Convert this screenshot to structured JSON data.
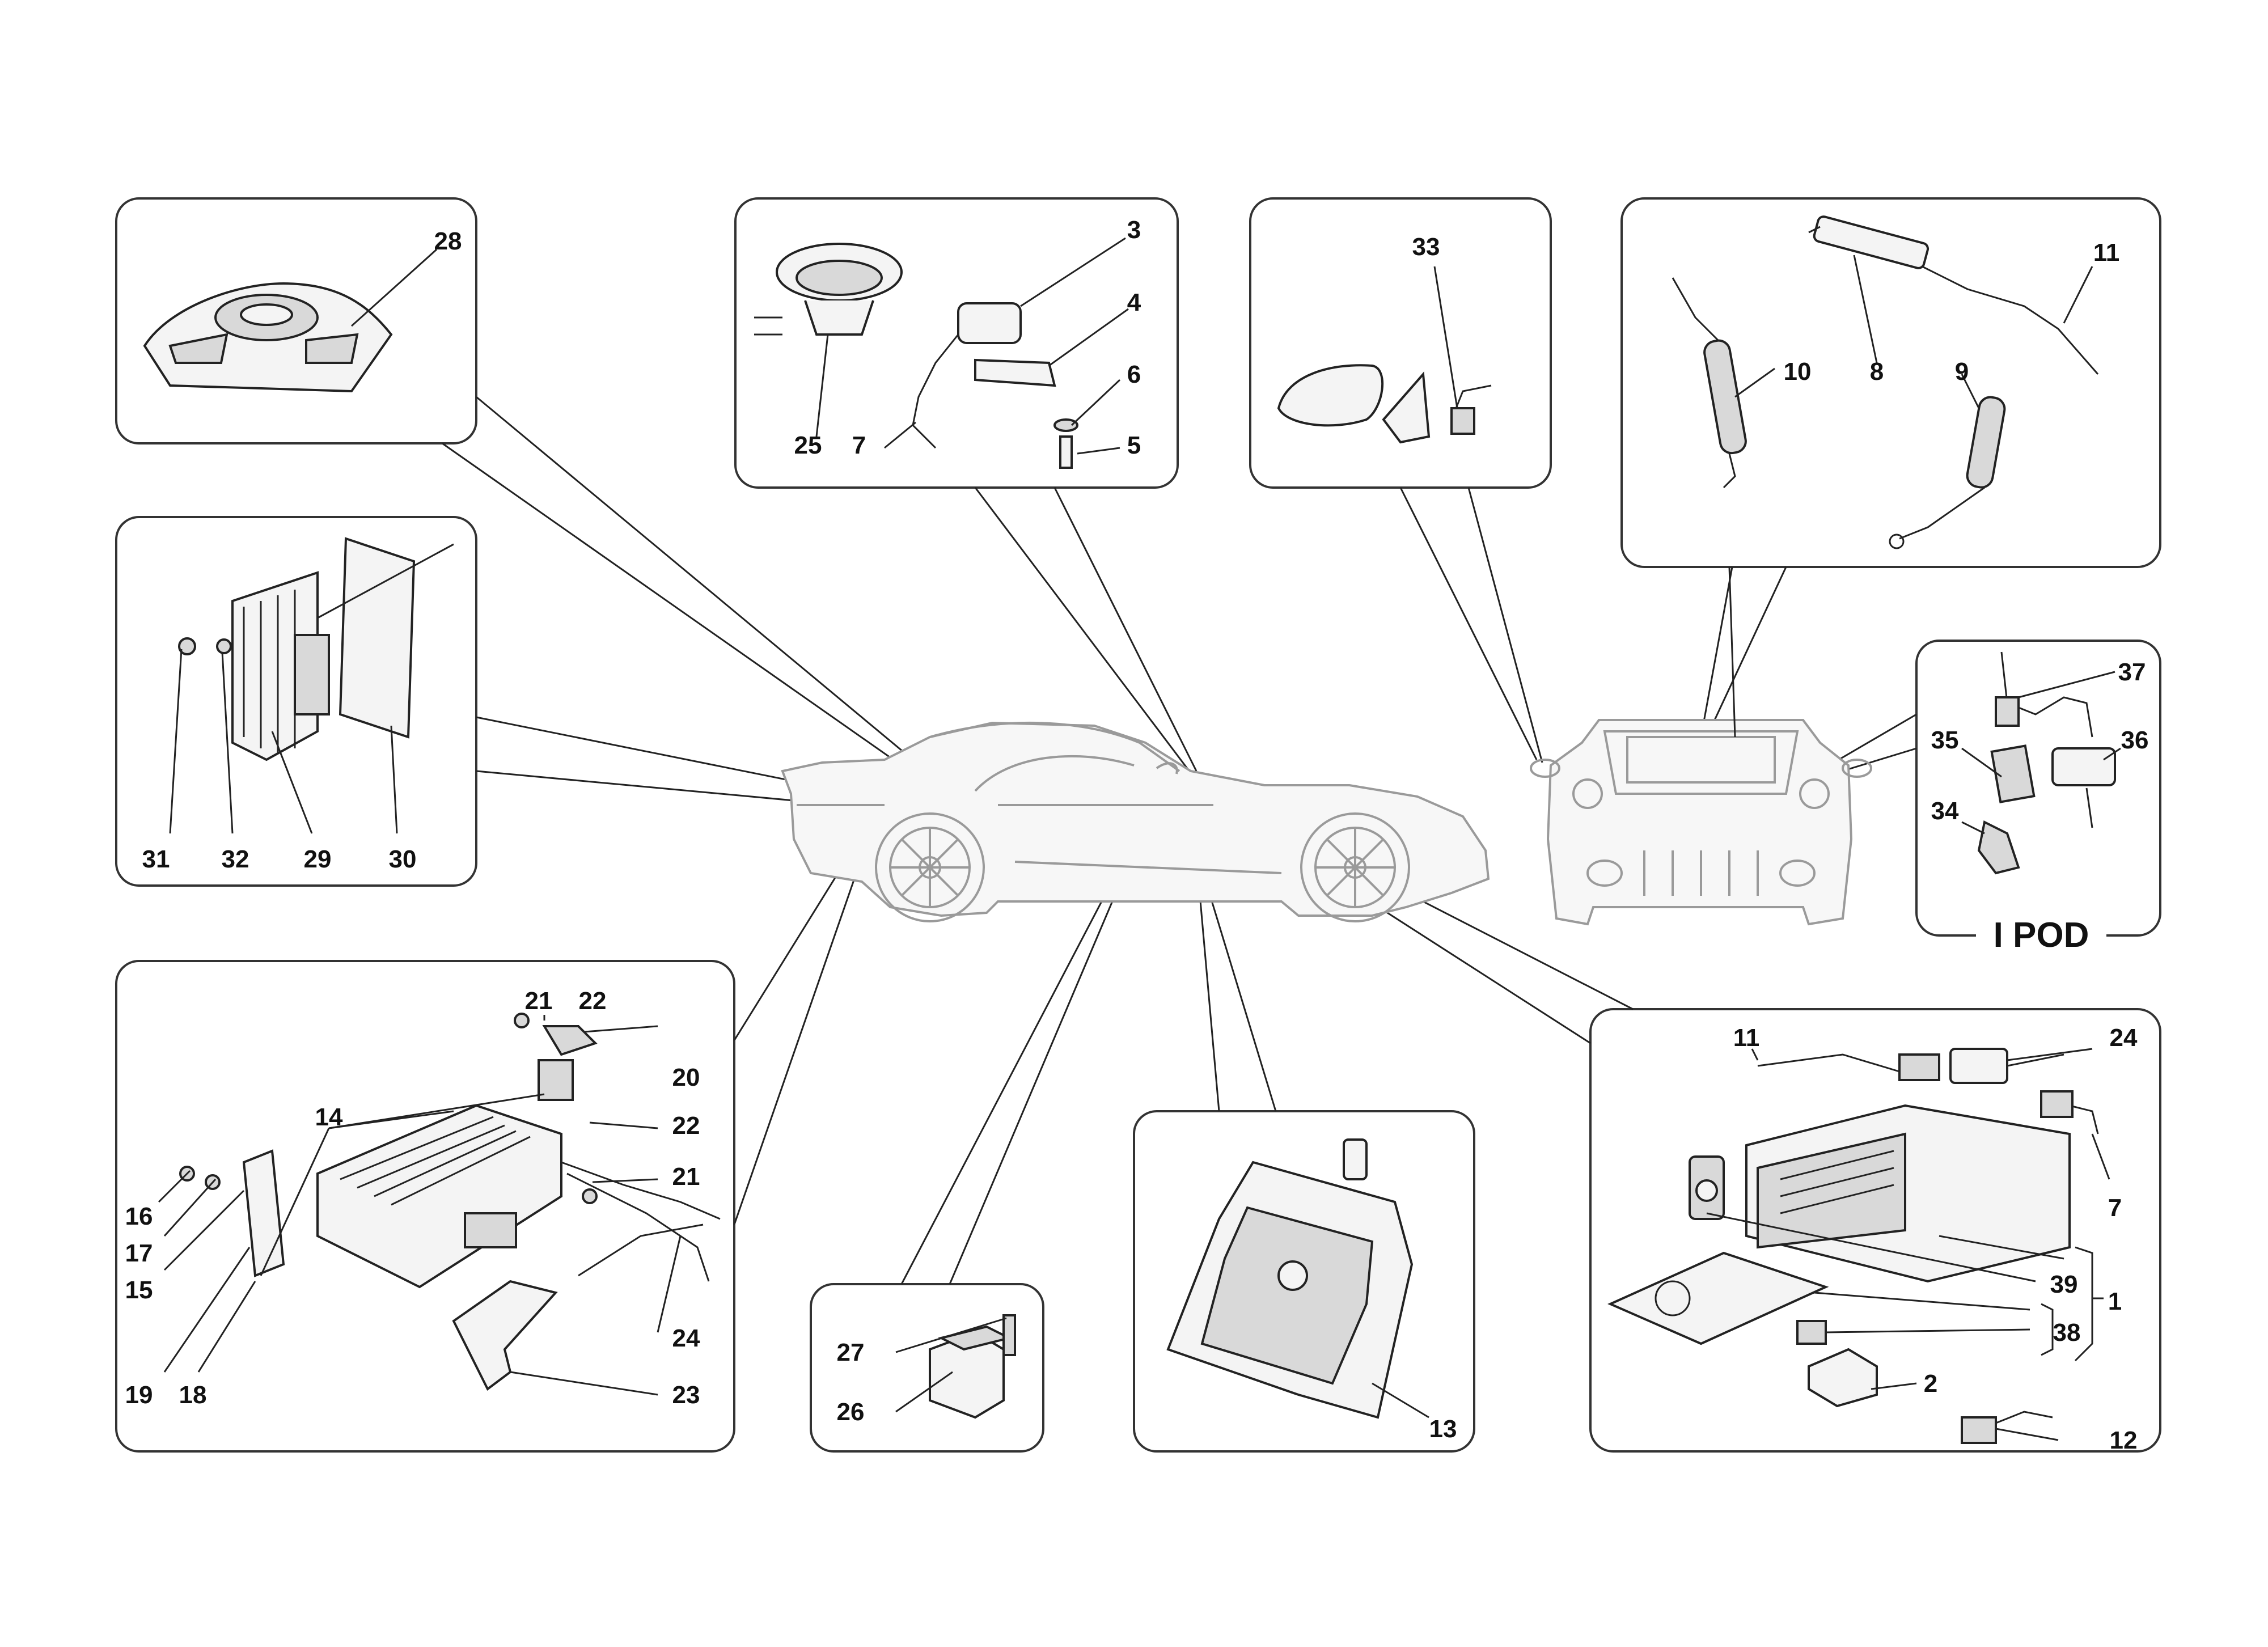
{
  "diagram": {
    "section_label": "I POD",
    "callouts": {
      "c28": "28",
      "c3": "3",
      "c4": "4",
      "c6": "6",
      "c5": "5",
      "c25": "25",
      "c7a": "7",
      "c33": "33",
      "c11a": "11",
      "c10": "10",
      "c8": "8",
      "c9": "9",
      "c31": "31",
      "c32": "32",
      "c29": "29",
      "c30": "30",
      "c37": "37",
      "c35": "35",
      "c36": "36",
      "c34": "34",
      "c21a": "21",
      "c22a": "22",
      "c20": "20",
      "c14": "14",
      "c22b": "22",
      "c21b": "21",
      "c16": "16",
      "c17": "17",
      "c15": "15",
      "c19": "19",
      "c18": "18",
      "c24a": "24",
      "c23": "23",
      "c27": "27",
      "c26": "26",
      "c13": "13",
      "c11b": "11",
      "c24b": "24",
      "c7b": "7",
      "c39": "39",
      "c1": "1",
      "c38": "38",
      "c2": "2",
      "c12": "12"
    }
  }
}
